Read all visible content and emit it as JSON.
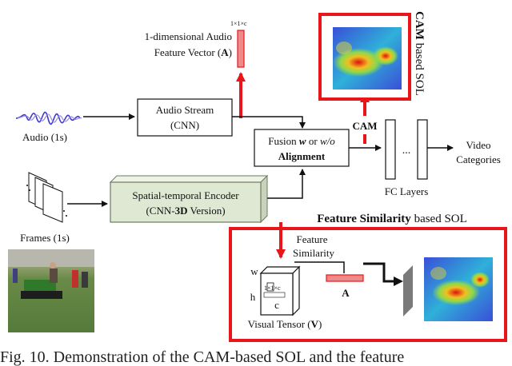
{
  "audio_vector": {
    "dim": "1×1×c",
    "line1": "1-dimensional Audio",
    "line2_pre": "Feature Vector (",
    "line2_bold": "A",
    "line2_post": ")"
  },
  "audio_label": "Audio (1s)",
  "audio_stream": {
    "line1": "Audio Stream",
    "line2": "(CNN)"
  },
  "fusion": {
    "pre": "Fusion ",
    "w": "w",
    "mid": " or ",
    "wo": "w/o",
    "line2": "Alignment"
  },
  "cam_label": "CAM",
  "cam_side": {
    "bold": "CAM",
    "rest": " based SOL"
  },
  "fc_layers": "FC Layers",
  "fc_dots": "...",
  "output": {
    "line1": "Video",
    "line2": "Categories"
  },
  "encoder": {
    "line1": "Spatial-temporal Encoder",
    "line2_pre": "(CNN-",
    "line2_bold": "3D",
    "line2_post": " Version)"
  },
  "frames_label": "Frames (1s)",
  "fs_sol": {
    "bold": "Feature Similarity",
    "rest": " based SOL"
  },
  "feature_similarity": {
    "line1": "Feature",
    "line2": "Similarity"
  },
  "tensor": {
    "w": "w",
    "h": "h",
    "dim": "1×1×c",
    "c": "c"
  },
  "vector_a": "A",
  "visual_tensor": {
    "pre": "Visual Tensor (",
    "bold": "V",
    "post": ")"
  },
  "caption": "Fig. 10. Demonstration of the CAM-based SOL and the feature",
  "colors": {
    "red": "#e8161b",
    "vector_fill": "#ef8a8a",
    "encoder_fill": "#dfe8d2",
    "encoder_border": "#6f7a62"
  }
}
